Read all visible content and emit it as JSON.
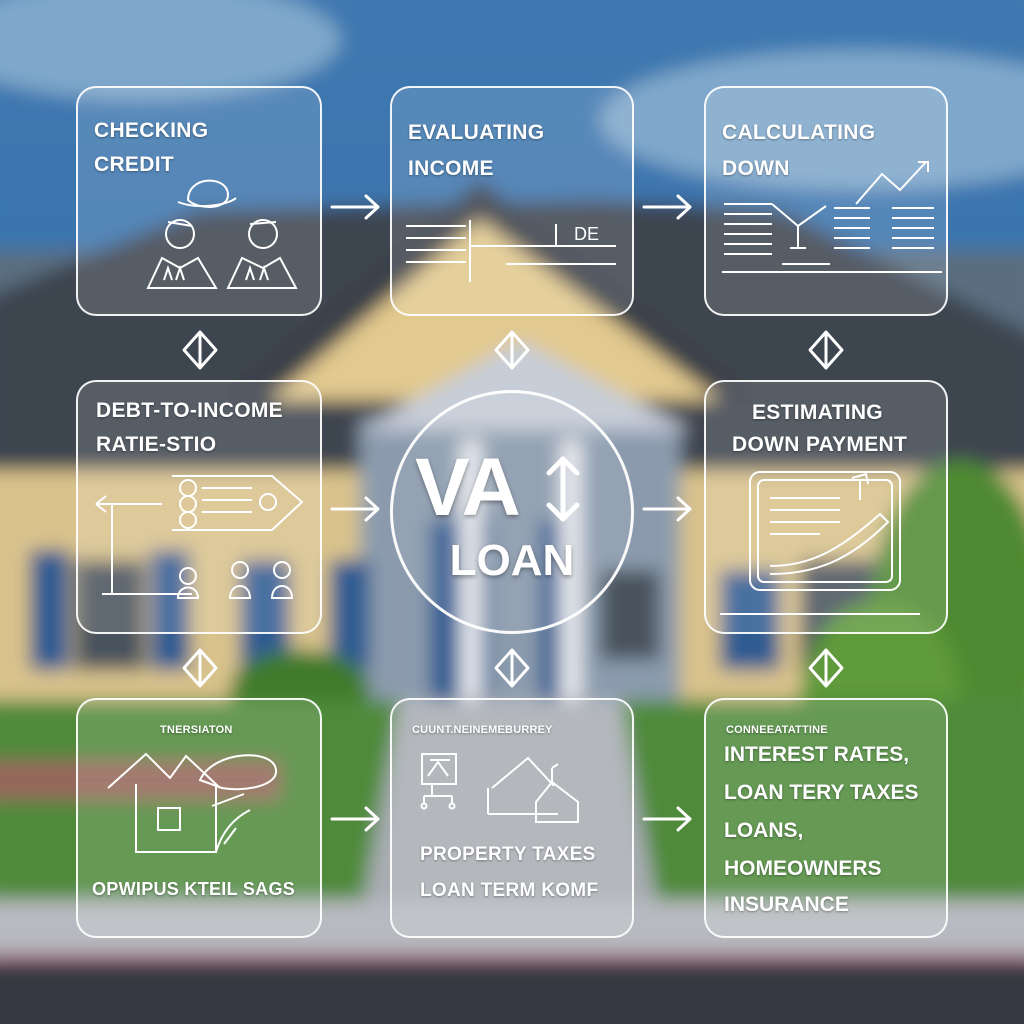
{
  "center": {
    "line1": "VA",
    "line2": "LOAN"
  },
  "panels": {
    "checking_credit": {
      "line1": "CHECKING",
      "line2": "CREDIT"
    },
    "evaluating_income": {
      "line1": "EVALUATING",
      "line2": "INCOME",
      "sign": "DE"
    },
    "calculating_down": {
      "line1": "CALCULATING",
      "line2": "DOWN"
    },
    "dti_ratio": {
      "line1": "DEBT-TO-INCOME",
      "line2": "RATIE-STIO"
    },
    "estimating_down_payment": {
      "line1": "ESTIMATING",
      "line2": "DOWN PAYMENT"
    },
    "bottom_left": {
      "caption": "TNERSIATON",
      "footer": "OPWIPUS KTEIL SAGS"
    },
    "bottom_middle": {
      "caption": "CUUNT.NEINEMEBURREY",
      "line1": "PROPERTY TAXES",
      "line2": "LOAN TERM KOMF"
    },
    "bottom_right": {
      "caption": "CONNEEATATTINE",
      "lines": [
        "INTEREST RATES,",
        "LOAN TERY TAXES",
        "LOANS,",
        "HOMEOWNERS",
        "INSURANCE"
      ]
    }
  }
}
